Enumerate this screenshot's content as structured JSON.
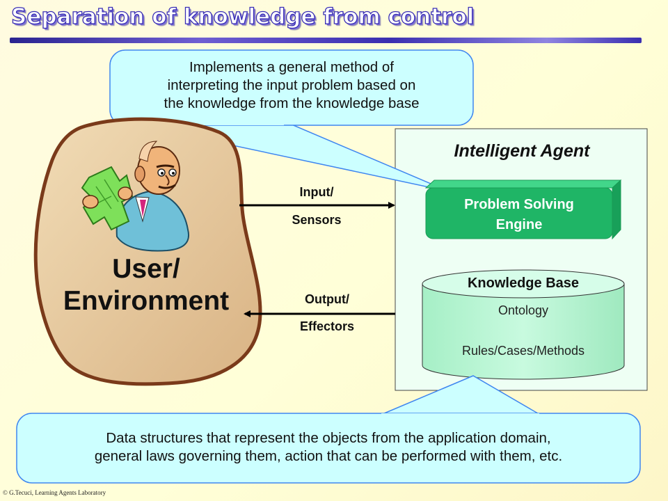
{
  "title": "Separation of knowledge from control",
  "callout_top": {
    "line1": "Implements a general method of",
    "line2": "interpreting the input problem based on",
    "line3": "the knowledge from the knowledge base"
  },
  "callout_bottom": {
    "line1": "Data structures that represent the objects from the application domain,",
    "line2": "general laws governing them, action that can be performed with them, etc."
  },
  "agent": {
    "title": "Intelligent Agent",
    "engine": {
      "line1": "Problem Solving",
      "line2": "Engine"
    },
    "knowledge_base": {
      "title": "Knowledge Base",
      "items": [
        "Ontology",
        "Rules/Cases/Methods"
      ]
    }
  },
  "arrows": {
    "input": {
      "line1": "Input/",
      "line2": "Sensors"
    },
    "output": {
      "line1": "Output/",
      "line2": "Effectors"
    }
  },
  "environment": {
    "line1": "User/",
    "line2": "Environment"
  },
  "footer": "© G.Tecuci, Learning Agents Laboratory",
  "colors": {
    "callout_fill": "#ccffff",
    "callout_stroke": "#3f86f0",
    "engine_fill": "#1fb566",
    "kb_fill": "#b6f5d4",
    "agent_panel": "#eefff4",
    "environment_fill": "#e8c99a",
    "environment_stroke": "#7a3a1a",
    "title_outline": "#3a2fb4"
  }
}
